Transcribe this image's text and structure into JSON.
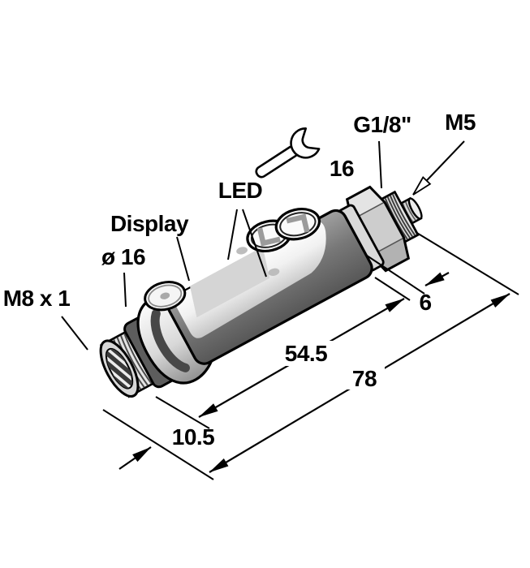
{
  "labels": {
    "g18": "G1/8\"",
    "m5": "M5",
    "wrench_size": "16",
    "led": "LED",
    "display": "Display",
    "body_diameter": "ø 16",
    "connector_thread": "M8 x 1"
  },
  "dimensions": {
    "thread_section": "6",
    "body_length": "54.5",
    "overall_length": "78",
    "connector_length": "10.5"
  },
  "icons": {
    "wrench": "open-end-wrench-icon"
  },
  "colors": {
    "line": "#000000",
    "background": "#ffffff",
    "housing_side": "#666666",
    "housing_top": "#f2f2f2",
    "metal_light": "#cdcdcd",
    "display_fill": "#d5d5d5",
    "led_dot": "#bdbdbd",
    "button_glyph": "#9b9b9b"
  }
}
